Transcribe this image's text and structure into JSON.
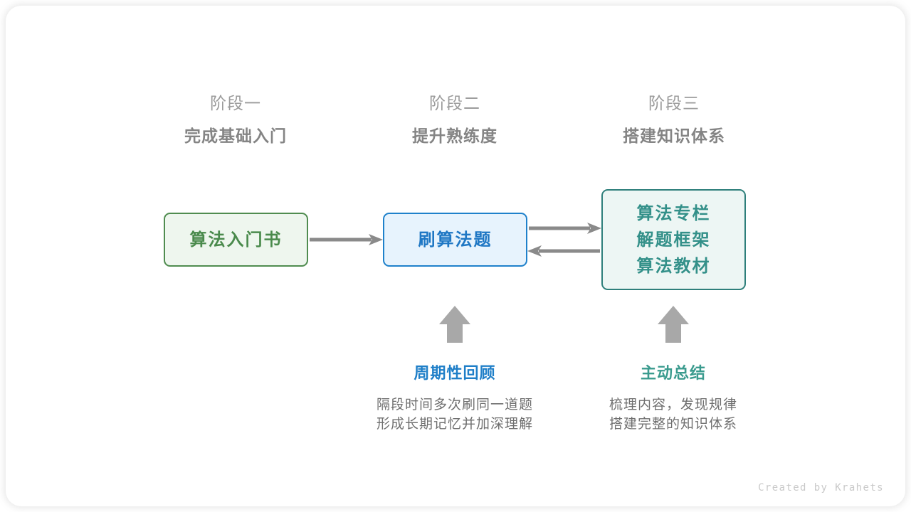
{
  "canvas": {
    "background": "#ffffff",
    "card_radius": "22px"
  },
  "stages": [
    {
      "label": "阶段一",
      "title": "完成基础入门"
    },
    {
      "label": "阶段二",
      "title": "提升熟练度"
    },
    {
      "label": "阶段三",
      "title": "搭建知识体系"
    }
  ],
  "nodes": [
    {
      "id": "book",
      "lines": [
        "算法入门书"
      ],
      "fill": "#eef6ee",
      "border": "#4f8c4f",
      "text_color": "#4a8a4c"
    },
    {
      "id": "practice",
      "lines": [
        "刷算法题"
      ],
      "fill": "#e7f3fd",
      "border": "#1f81cb",
      "text_color": "#1f77c4"
    },
    {
      "id": "resources",
      "lines": [
        "算法专栏",
        "解题框架",
        "算法教材"
      ],
      "fill": "#edf6f4",
      "border": "#2e7f7b",
      "text_color": "#339089"
    }
  ],
  "connectors": [
    {
      "name": "book-to-practice",
      "direction": "right"
    },
    {
      "name": "practice-to-resources",
      "direction": "right"
    },
    {
      "name": "resources-to-practice",
      "direction": "left"
    },
    {
      "name": "review-up-arrow",
      "direction": "up"
    },
    {
      "name": "summary-up-arrow",
      "direction": "up"
    }
  ],
  "notes": [
    {
      "id": "review",
      "title": "周期性回顾",
      "color": "#1f7fc8",
      "body_lines": [
        "隔段时间多次刷同一道题",
        "形成长期记忆并加深理解"
      ]
    },
    {
      "id": "summary",
      "title": "主动总结",
      "color": "#3a9b8e",
      "body_lines": [
        "梳理内容，发现规律",
        "搭建完整的知识体系"
      ]
    }
  ],
  "credit": "Created by Krahets",
  "colors": {
    "arrow": "#8a8a8a",
    "stage_label": "#9b9b9b",
    "stage_title": "#848484",
    "note_body": "#6f6f6f",
    "credit": "#c9c9c9"
  }
}
